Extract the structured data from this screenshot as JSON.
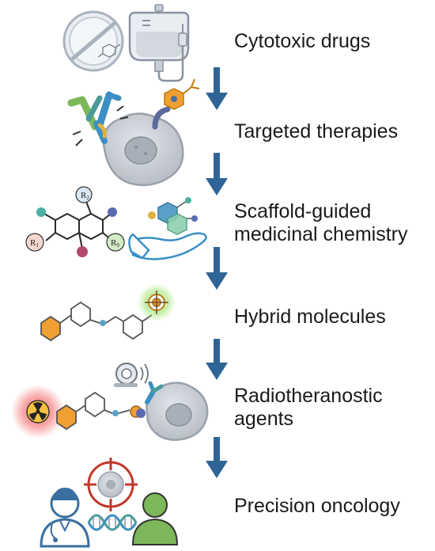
{
  "steps": [
    {
      "id": "cytotoxic",
      "lines": [
        "Cytotoxic drugs"
      ],
      "icons": [
        "pill-icon",
        "iv-bag-icon",
        "molecule-icon"
      ]
    },
    {
      "id": "targeted",
      "lines": [
        "Targeted therapies"
      ],
      "icons": [
        "antibody-icon",
        "cancer-cell-icon",
        "small-molecule-inhibitor-icon"
      ]
    },
    {
      "id": "scaffold",
      "lines": [
        "Scaffold-guided",
        "medicinal chemistry"
      ],
      "icons": [
        "scaffold-structure-icon",
        "hand-holding-molecule-icon"
      ],
      "scaffold_labels": {
        "top": "R",
        "top_sub": "2",
        "left": "R",
        "left_sub": "1",
        "right": "R",
        "right_sub": "9"
      }
    },
    {
      "id": "hybrid",
      "lines": [
        "Hybrid molecules"
      ],
      "icons": [
        "hybrid-molecule-icon",
        "target-icon"
      ]
    },
    {
      "id": "radio",
      "lines": [
        "Radiotheranostic",
        "agents"
      ],
      "icons": [
        "radiation-icon",
        "scanner-icon",
        "cancer-cell-icon",
        "antibody-icon"
      ]
    },
    {
      "id": "precision",
      "lines": [
        "Precision oncology"
      ],
      "icons": [
        "doctor-icon",
        "dna-icon",
        "patient-icon",
        "crosshair-target-icon"
      ]
    }
  ],
  "colors": {
    "arrow": "#2f6496",
    "text": "#1a1a1a",
    "cell": "#c7ccd4",
    "teal": "#4a9a9a",
    "orange": "#f0a030",
    "glow_green": "#9be36a",
    "glow_red": "#f05050",
    "antibody_blue": "#3a8fc4",
    "antibody_green": "#7cb85a"
  }
}
